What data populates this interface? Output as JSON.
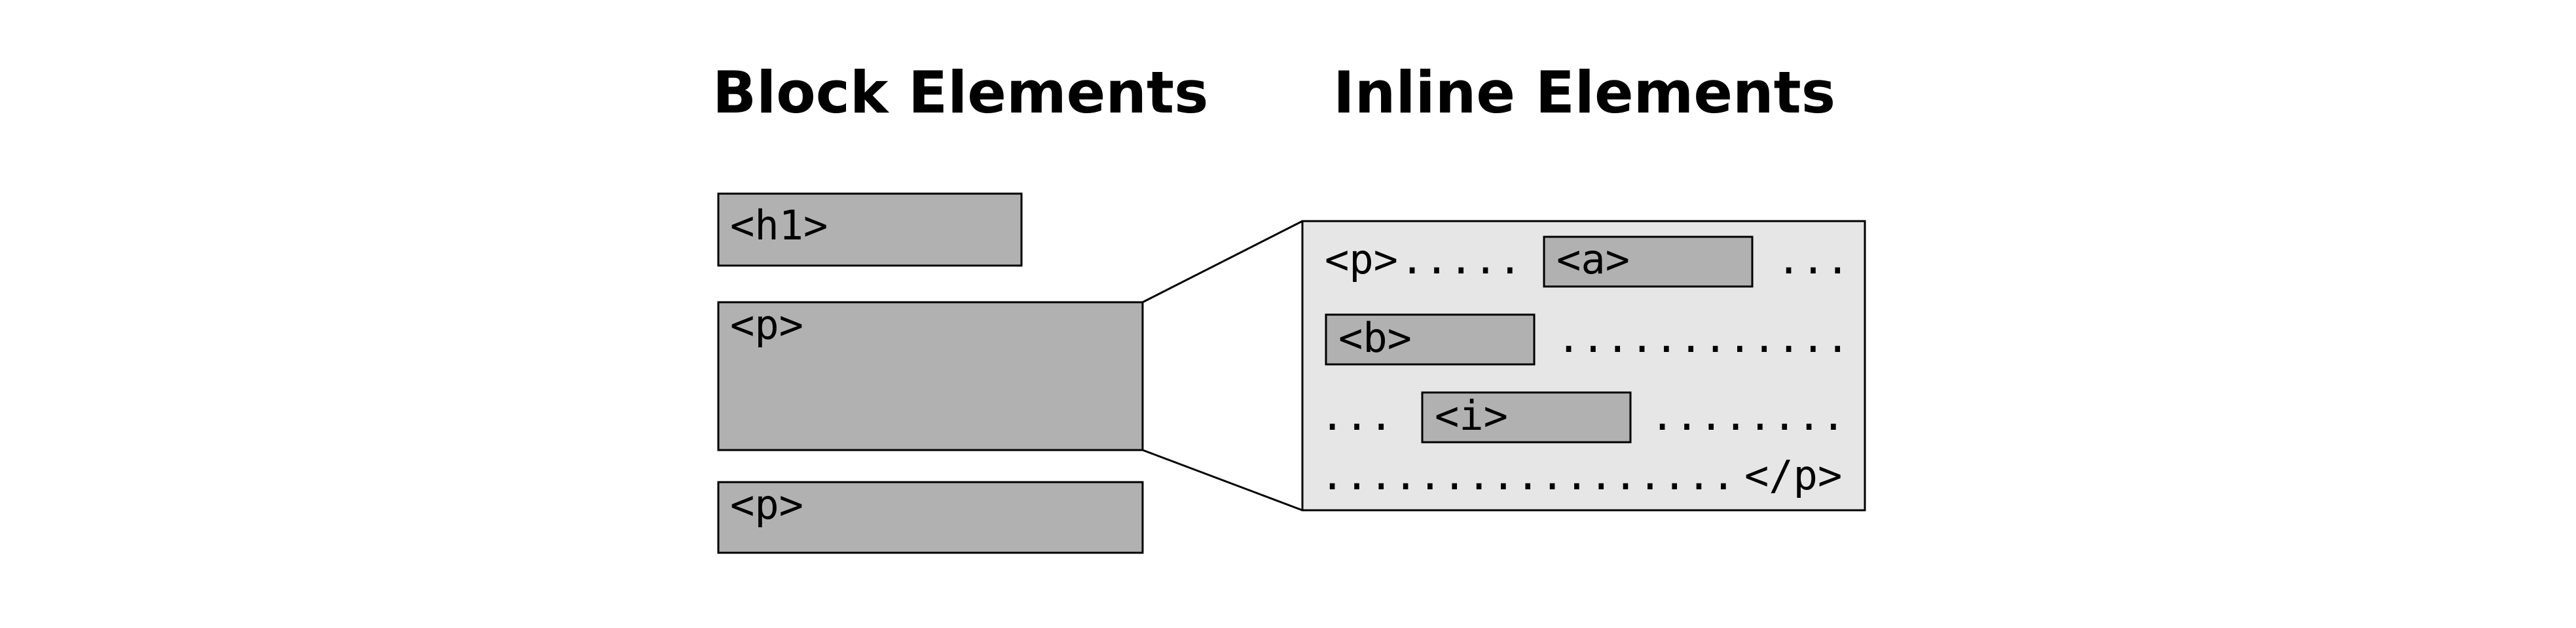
{
  "headings": {
    "block": "Block Elements",
    "inline": "Inline Elements"
  },
  "block_elements": [
    {
      "tag": "<h1>"
    },
    {
      "tag": "<p>"
    },
    {
      "tag": "<p>"
    }
  ],
  "inline_box": {
    "line1": {
      "open_p": "<p>",
      "dots_a": ".....",
      "tag_a": "<a>",
      "dots_b": "..."
    },
    "line2": {
      "tag_b": "<b>",
      "dots": "............"
    },
    "line3": {
      "dots_a": "...",
      "tag_i": "<i>",
      "dots_b": "........"
    },
    "line4": {
      "dots": ".................",
      "close_p": "</p>"
    }
  },
  "colors": {
    "block_fill": "#b1b1b1",
    "inline_bg": "#e6e6e6",
    "stroke": "#000000"
  }
}
